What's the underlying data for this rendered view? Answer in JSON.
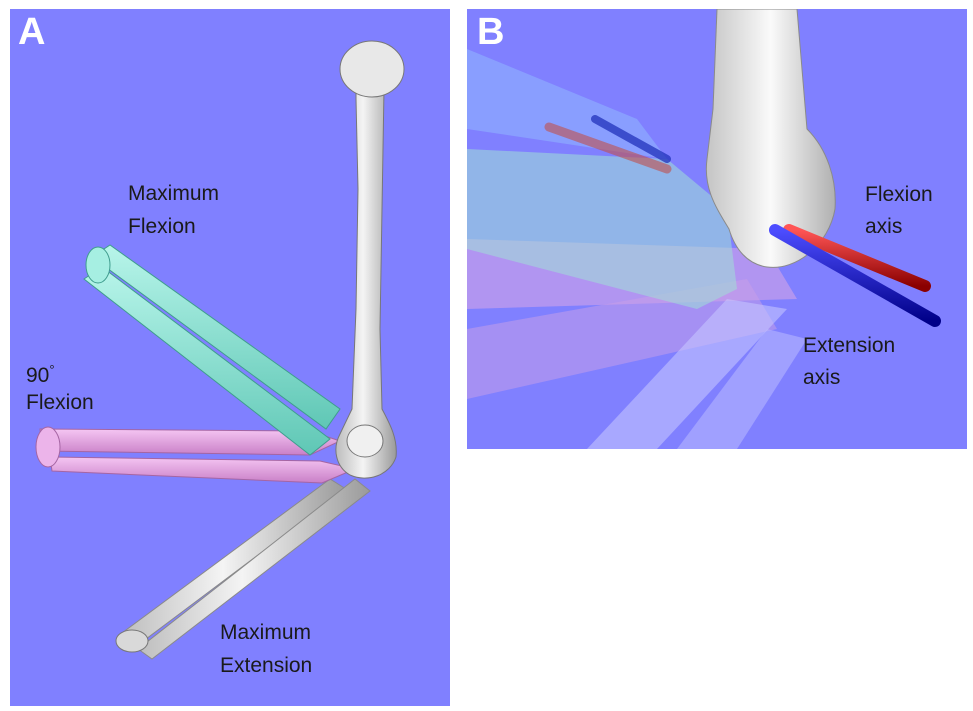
{
  "figure": {
    "panel_a": {
      "letter": "A",
      "labels": {
        "max_flexion_line1": "Maximum",
        "max_flexion_line2": "Flexion",
        "ninety_line1": "90",
        "ninety_degree": "°",
        "ninety_line2": "Flexion",
        "max_extension_line1": "Maximum",
        "max_extension_line2": "Extension"
      }
    },
    "panel_b": {
      "letter": "B",
      "labels": {
        "flexion_axis_line1": "Flexion",
        "flexion_axis_line2": "axis",
        "extension_axis_line1": "Extension",
        "extension_axis_line2": "axis"
      }
    }
  },
  "colors": {
    "background": "#8080ff",
    "bone": "#e6e6e6",
    "max_flexion_forearm": "#8fe8d8",
    "ninety_flexion_forearm": "#e8a0e6",
    "flexion_axis": "#cc1111",
    "extension_axis": "#1111cc"
  },
  "icons": {
    "panel_a": [
      "humerus-bone-illustration",
      "forearm-max-flexion-illustration",
      "forearm-90-flexion-illustration",
      "forearm-max-extension-illustration"
    ],
    "panel_b": [
      "elbow-closeup-illustration",
      "flexion-axis-rod",
      "extension-axis-rod"
    ]
  }
}
